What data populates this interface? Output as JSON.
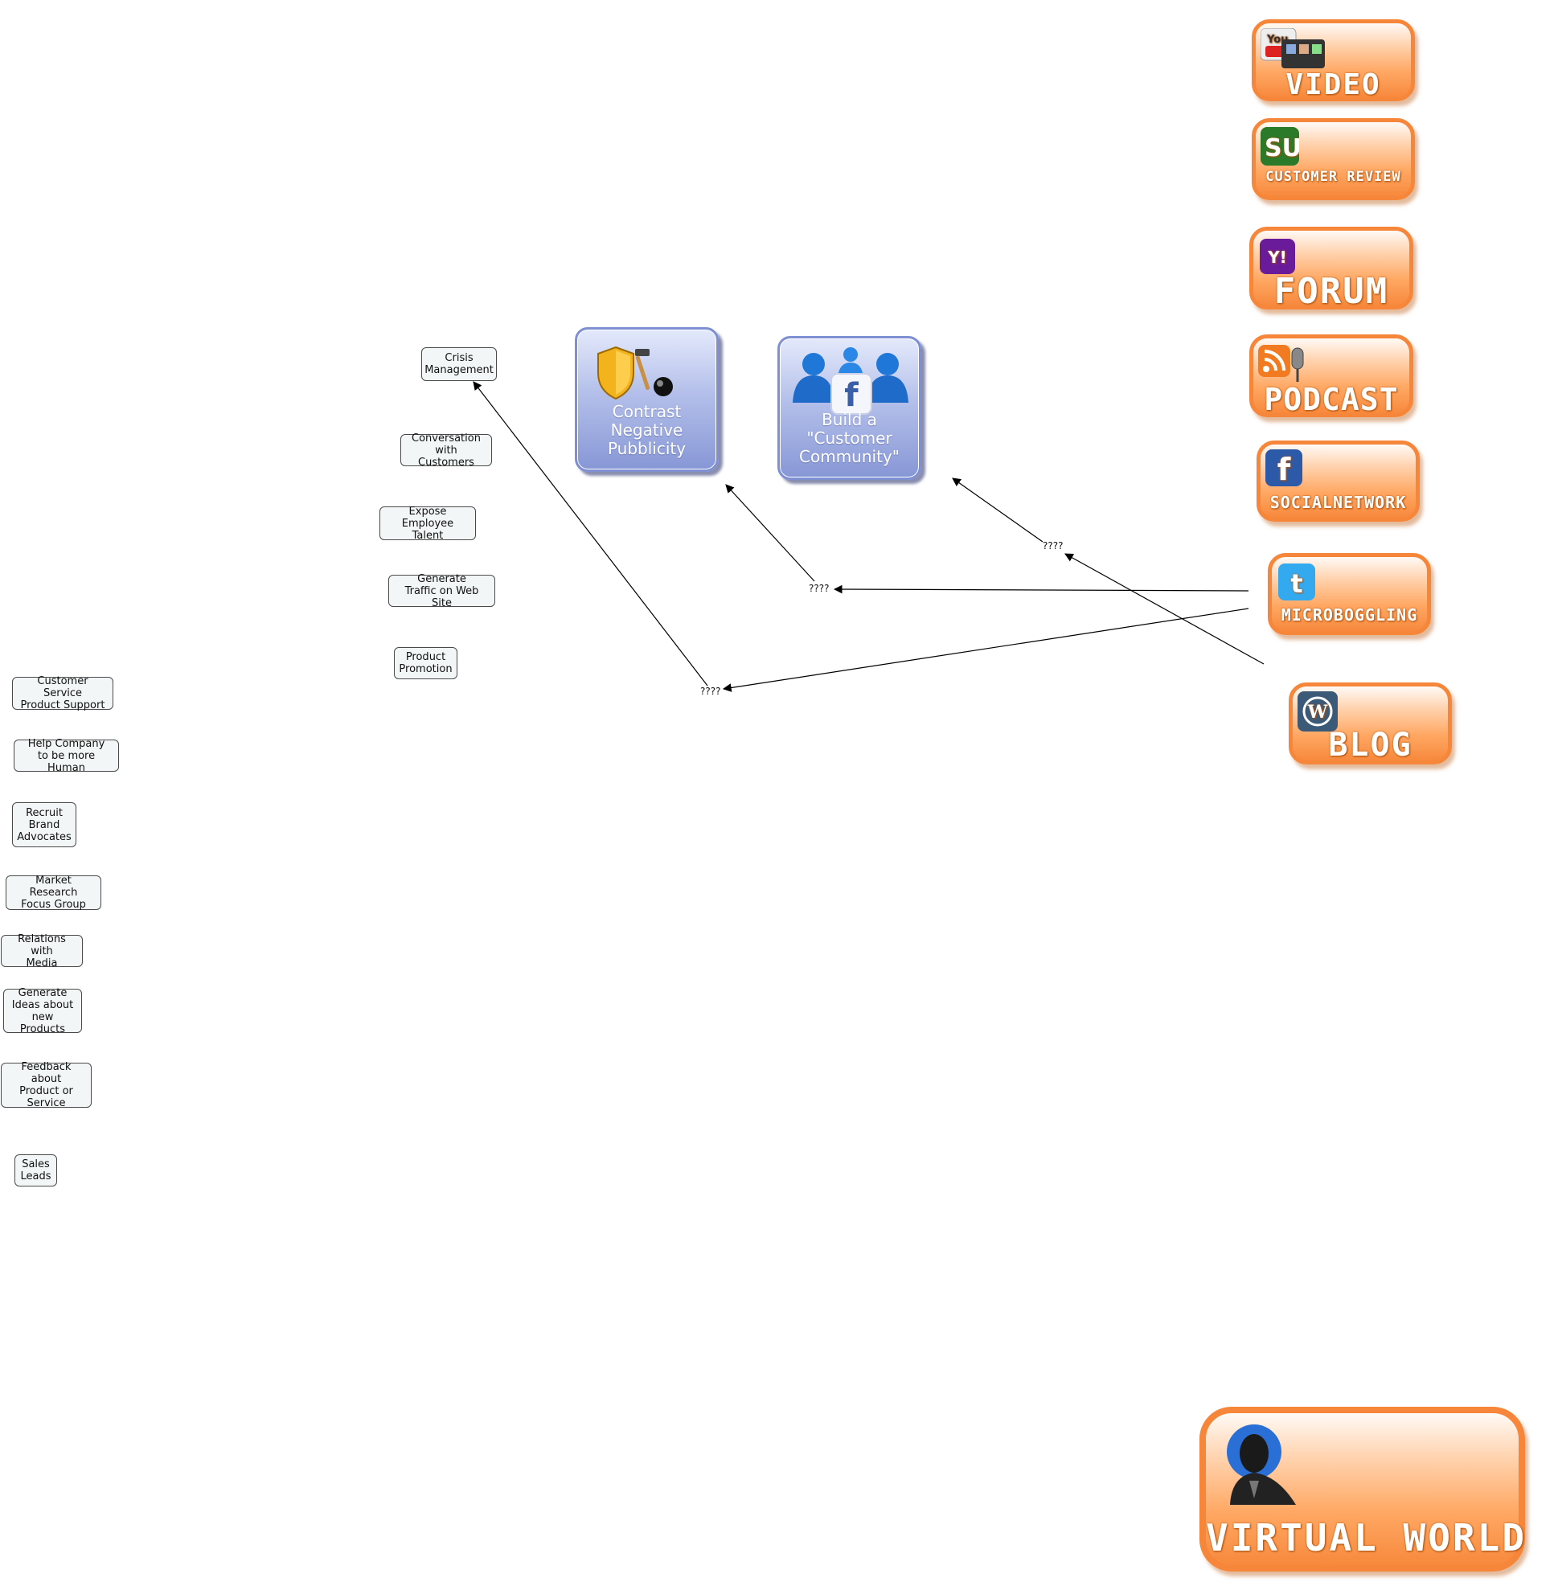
{
  "goals": [
    {
      "id": "crisis",
      "text": "Crisis\nManagement"
    },
    {
      "id": "conversation",
      "text": "Conversation\nwith Customers"
    },
    {
      "id": "expose",
      "text": "Expose\nEmployee Talent"
    },
    {
      "id": "traffic",
      "text": "Generate\nTraffic on Web Site"
    },
    {
      "id": "promotion",
      "text": "Product\nPromotion"
    },
    {
      "id": "cservice",
      "text": "Customer Service\nProduct Support"
    },
    {
      "id": "human",
      "text": "Help Company\nto be more Human"
    },
    {
      "id": "advocates",
      "text": "Recruit\nBrand\nAdvocates"
    },
    {
      "id": "research",
      "text": "Market Research\nFocus Group"
    },
    {
      "id": "media",
      "text": "Relations with\nMedia"
    },
    {
      "id": "ideas",
      "text": "Generate\nIdeas about\nnew Products"
    },
    {
      "id": "feedback",
      "text": "Feedback about\nProduct or\nService"
    },
    {
      "id": "leads",
      "text": "Sales\nLeads"
    }
  ],
  "strategies": [
    {
      "id": "contrast",
      "text": "Contrast\nNegative\nPubblicity",
      "icon": "shield-hammer-icon"
    },
    {
      "id": "community",
      "text": "Build a\n\"Customer\nCommunity\"",
      "icon": "people-facebook-icon"
    }
  ],
  "channels": [
    {
      "id": "video",
      "label": "VIDEO",
      "icon": "youtube-film-icon"
    },
    {
      "id": "review",
      "label": "CUSTOMER REVIEW",
      "icon": "stumbleupon-icon"
    },
    {
      "id": "forum",
      "label": "FORUM",
      "icon": "yahoo-icon"
    },
    {
      "id": "podcast",
      "label": "PODCAST",
      "icon": "rss-microphone-icon"
    },
    {
      "id": "social",
      "label": "SOCIALNETWORK",
      "icon": "facebook-icon"
    },
    {
      "id": "micro",
      "label": "MICROBOGGLING",
      "icon": "twitter-icon"
    },
    {
      "id": "blog",
      "label": "BLOG",
      "icon": "wordpress-icon"
    },
    {
      "id": "virtual",
      "label": "VIRTUAL WORLD",
      "icon": "avatar-icon"
    }
  ],
  "connectors": [
    "????",
    "????",
    "????"
  ],
  "colors": {
    "orange": "#f7893c",
    "blue": "#8797d6",
    "line": "#000000"
  }
}
